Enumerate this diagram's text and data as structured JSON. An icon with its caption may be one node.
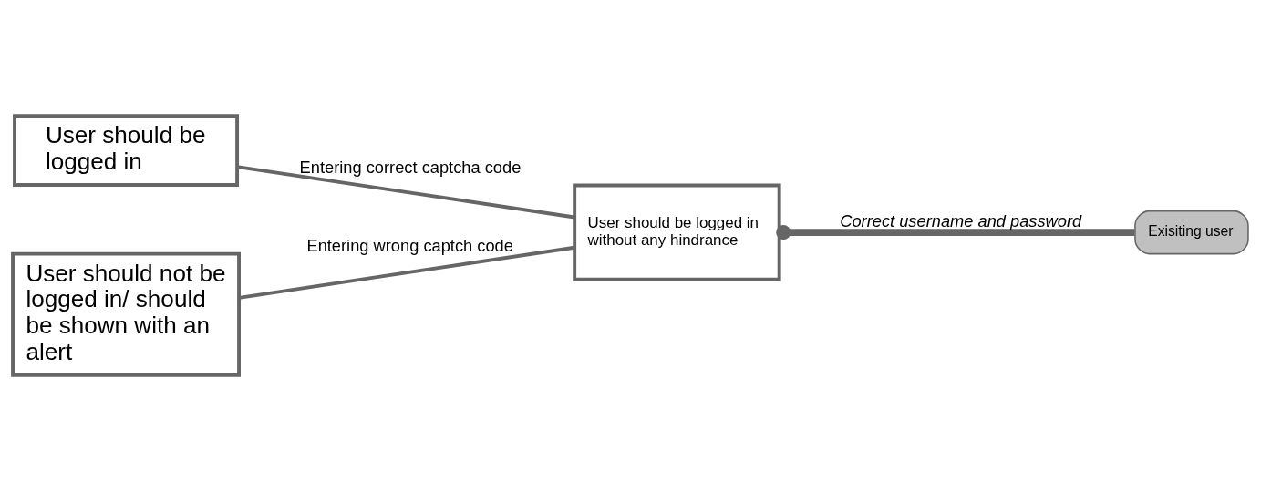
{
  "diagram": {
    "nodes": [
      {
        "text": [
          "User should be logged in"
        ]
      },
      {
        "text": [
          "User should not be logged in/ should be shown with an alert"
        ]
      },
      {
        "text": [
          "User should be logged in without any hindrance"
        ]
      },
      {
        "text": [
          "Exisiting user"
        ]
      }
    ],
    "edges": [
      {
        "from": 2,
        "to": 0,
        "arrow": "none",
        "label": "Entering correct captcha code"
      },
      {
        "from": 2,
        "to": 1,
        "arrow": "none",
        "label": "Entering wrong captch code"
      },
      {
        "from": 3,
        "to": 2,
        "arrow": "other",
        "label": "Correct username and password",
        "style": "thick"
      }
    ]
  }
}
